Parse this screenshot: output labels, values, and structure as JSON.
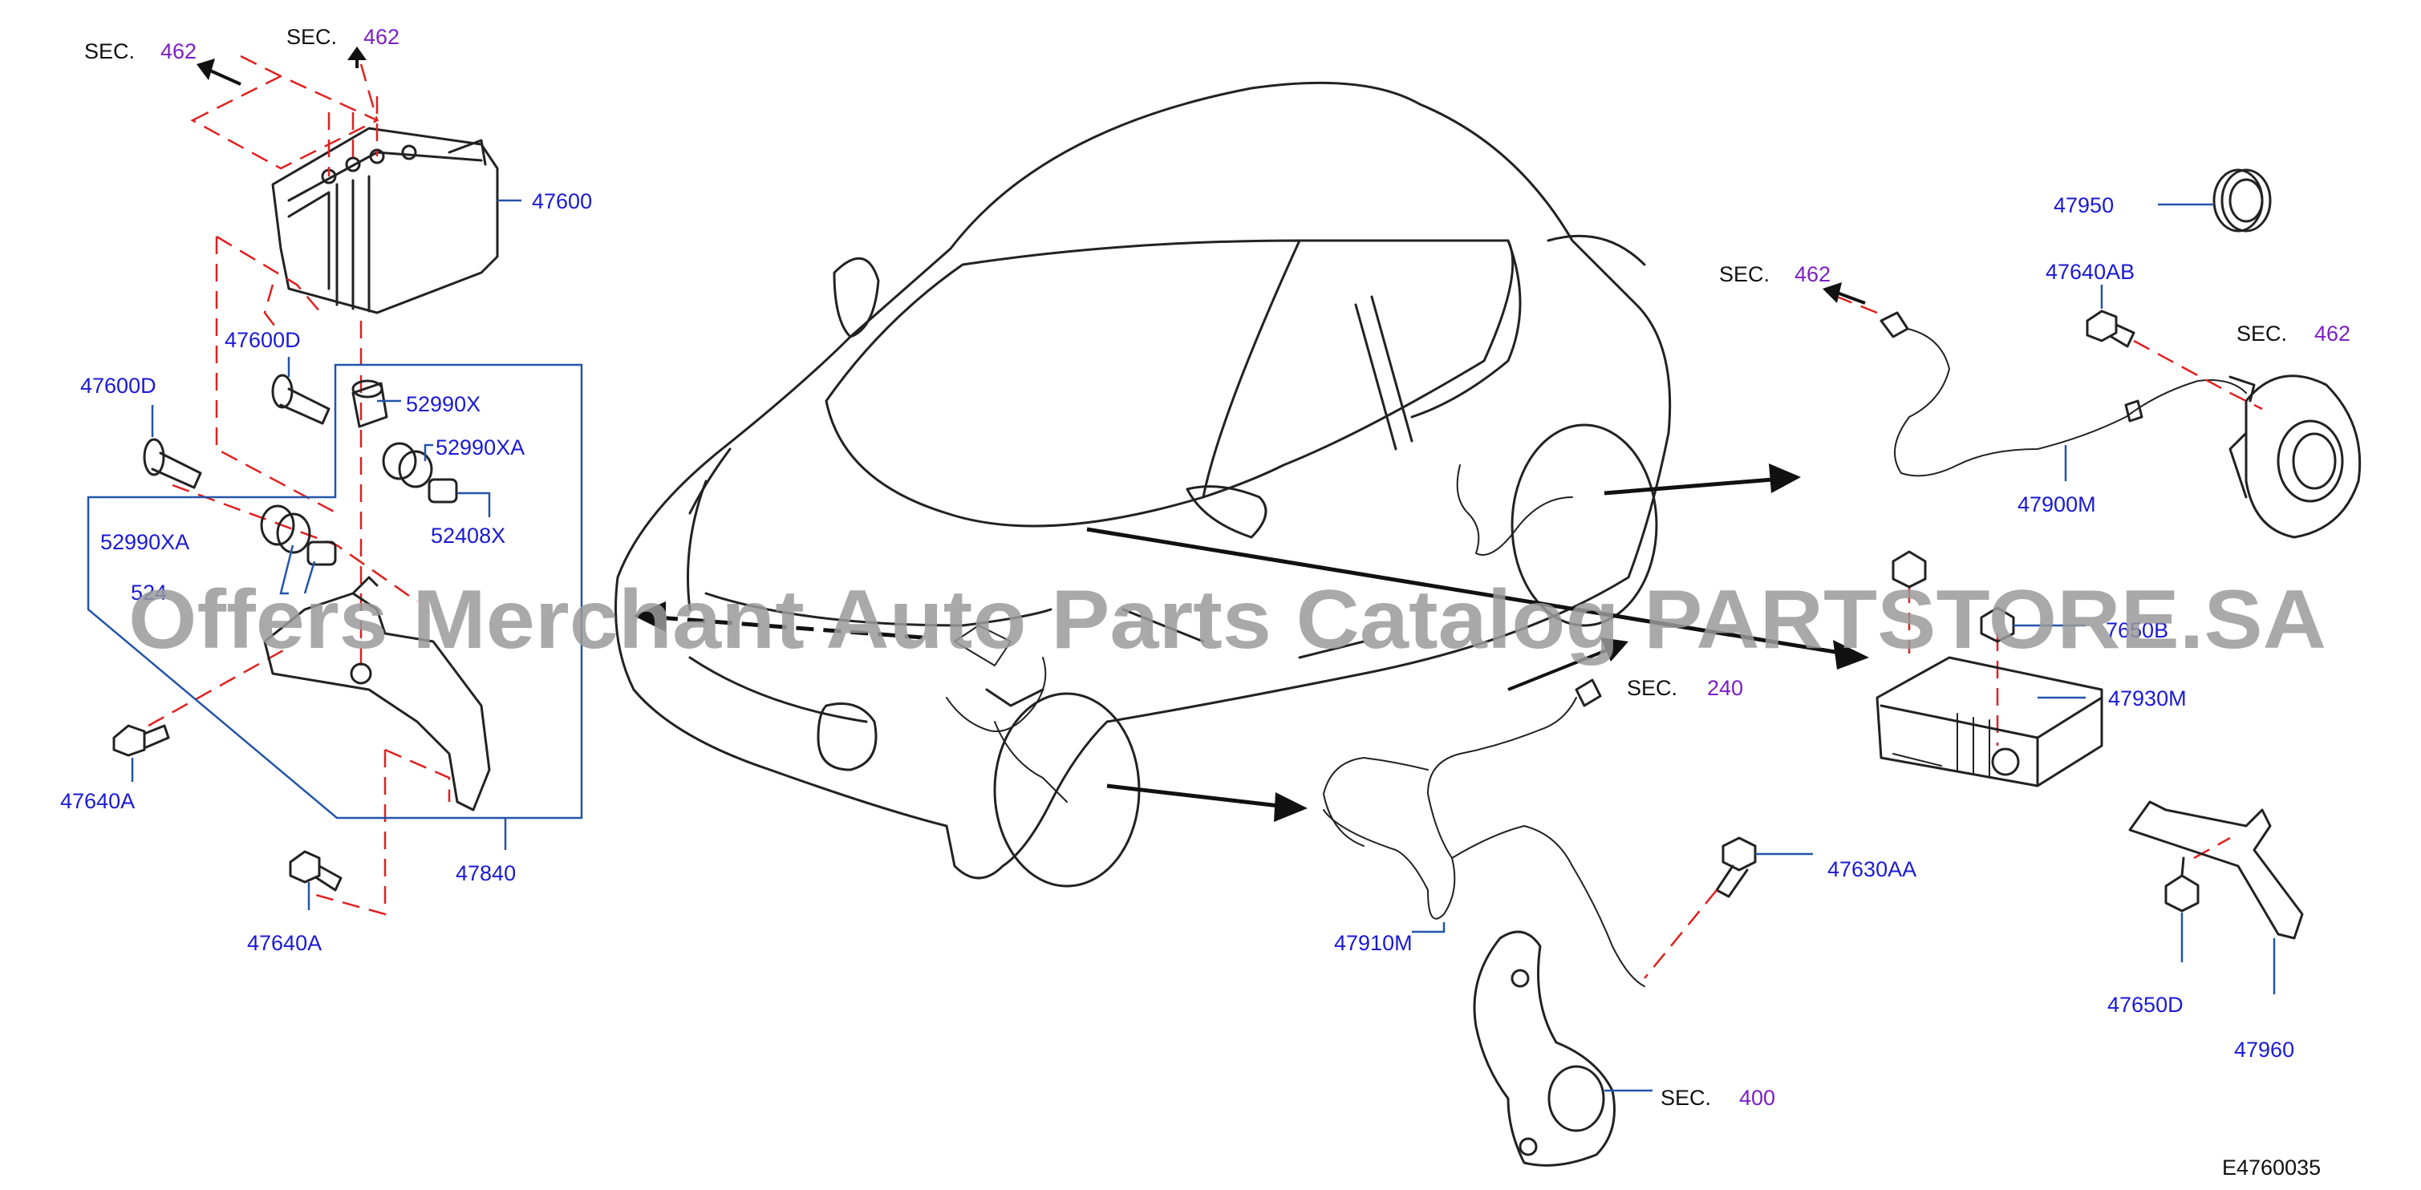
{
  "colors": {
    "part_number": "#1a1ad4",
    "section_number": "#7b1fc4",
    "section_text": "#111111",
    "leader_line": "#2255aa",
    "dashed_line": "#e02020",
    "outline": "#222222",
    "watermark": "#9a9a9a"
  },
  "labels": {
    "p47600": "47600",
    "p47600D_a": "47600D",
    "p47600D_b": "47600D",
    "p52990X": "52990X",
    "p52990XA_a": "52990XA",
    "p52990XA_b": "52990XA",
    "p52408X_a": "52408X",
    "p52408X_b": "524",
    "p47640A_a": "47640A",
    "p47640A_b": "47640A",
    "p47840": "47840",
    "p47950": "47950",
    "p47640AB": "47640AB",
    "p47900M": "47900M",
    "p47650B": "7650B",
    "p47930M": "47930M",
    "p47910M": "47910M",
    "p47630AA": "47630AA",
    "p47650D": "47650D",
    "p47960": "47960"
  },
  "sections": {
    "sec_word": "SEC.",
    "s1": "462",
    "s2": "462",
    "s3": "462",
    "s4": "462",
    "s5": "240",
    "s6": "400"
  },
  "diagram_code": "E4760035",
  "watermark": "Offers Merchant Auto Parts Catalog PARTSTORE.SA"
}
